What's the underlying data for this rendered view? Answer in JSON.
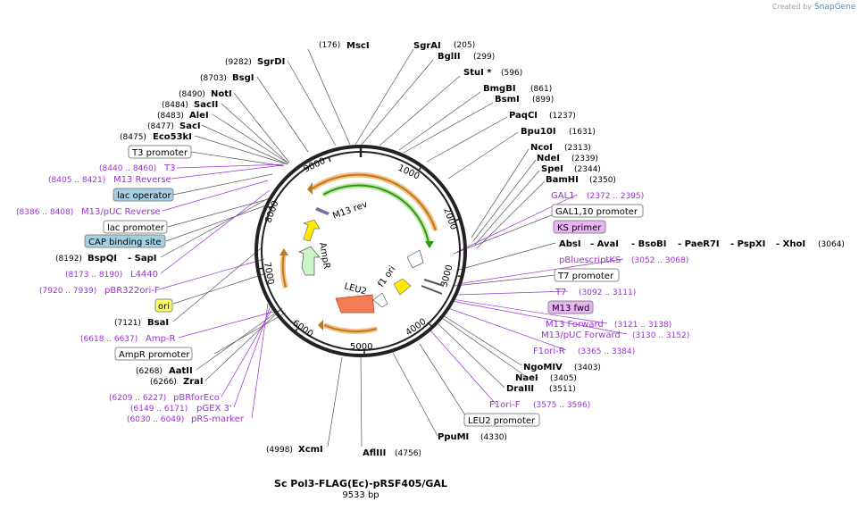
{
  "credit": {
    "prefix": "Created by",
    "brand": "SnapGene"
  },
  "plasmid": {
    "name": "Sc Pol3-FLAG(Ec)-pRSF405/GAL",
    "size": "9533 bp"
  },
  "ticks": [
    "1000",
    "2000",
    "3000",
    "4000",
    "5000",
    "6000",
    "7000",
    "8000",
    "9000"
  ],
  "inner_features": {
    "m13rev": "M13 rev",
    "ampr": "AmpR",
    "leu2": "LEU2",
    "f1ori": "f1 ori"
  },
  "labels": {
    "MscI": "MscI",
    "MscI_pos": "(176)",
    "SgrAI": "SgrAI",
    "SgrAI_pos": "(205)",
    "BglII": "BglII",
    "BglII_pos": "(299)",
    "StuI": "StuI *",
    "StuI_pos": "(596)",
    "BmgBI": "BmgBI",
    "BmgBI_pos": "(861)",
    "BsmI": "BsmI",
    "BsmI_pos": "(899)",
    "PaqCI": "PaqCI",
    "PaqCI_pos": "(1237)",
    "Bpu10I": "Bpu10I",
    "Bpu10I_pos": "(1631)",
    "NcoI": "NcoI",
    "NcoI_pos": "(2313)",
    "NdeI": "NdeI",
    "NdeI_pos": "(2339)",
    "SpeI": "SpeI",
    "SpeI_pos": "(2344)",
    "BamHI": "BamHI",
    "BamHI_pos": "(2350)",
    "GAL1": "GAL1",
    "GAL1_pos": "(2372 .. 2395)",
    "GAL110prom": "GAL1,10 promoter",
    "KSprimer": "KS primer",
    "AbsI": "AbsI",
    "AvaI": "- AvaI",
    "BsoBI": "- BsoBI",
    "PaeR7I": "- PaeR7I",
    "PspXI": "- PspXI",
    "XhoI": "- XhoI",
    "XhoI_pos": "(3064)",
    "pBluescriptKS": "pBluescriptKS",
    "pBluescriptKS_pos": "(3052 .. 3068)",
    "T7prom": "T7 promoter",
    "T7": "T7",
    "T7_pos": "(3092 .. 3111)",
    "M13fwd": "M13 fwd",
    "M13Forward": "M13 Forward",
    "M13Forward_pos": "(3121 .. 3138)",
    "M13pUCFwd": "M13/pUC Forward",
    "M13pUCFwd_pos": "(3130 .. 3152)",
    "F1oriR": "F1ori-R",
    "F1oriR_pos": "(3365 .. 3384)",
    "NgoMIV": "NgoMIV",
    "NgoMIV_pos": "(3403)",
    "NaeI": "NaeI",
    "NaeI_pos": "(3405)",
    "DraIII": "DraIII",
    "DraIII_pos": "(3511)",
    "F1oriF": "F1ori-F",
    "F1oriF_pos": "(3575 .. 3596)",
    "LEU2prom": "LEU2 promoter",
    "PpuMI": "PpuMI",
    "PpuMI_pos": "(4330)",
    "AflIII": "AflIII",
    "AflIII_pos": "(4756)",
    "XcmI": "XcmI",
    "XcmI_pos": "(4998)",
    "pRSmarker": "pRS-marker",
    "pRSmarker_pos": "(6030 .. 6049)",
    "pGEX3": "pGEX 3'",
    "pGEX3_pos": "(6149 .. 6171)",
    "pBRforEco": "pBRforEco",
    "pBRforEco_pos": "(6209 .. 6227)",
    "ZraI": "ZraI",
    "ZraI_pos": "(6266)",
    "AatII": "AatII",
    "AatII_pos": "(6268)",
    "AmpRprom": "AmpR promoter",
    "AmpR": "Amp-R",
    "AmpR_pos": "(6618 .. 6637)",
    "BsaI": "BsaI",
    "BsaI_pos": "(7121)",
    "ori": "ori",
    "pBR322ori": "pBR322ori-F",
    "pBR322ori_pos": "(7920 .. 7939)",
    "L4440": "L4440",
    "L4440_pos": "(8173 .. 8190)",
    "BspQI": "BspQI",
    "SapI": "- SapI",
    "BspQI_pos": "(8192)",
    "CAPsite": "CAP binding site",
    "lacprom": "lac promoter",
    "M13pUCRev": "M13/pUC Reverse",
    "M13pUCRev_pos": "(8386 .. 8408)",
    "lacop": "lac operator",
    "M13Reverse": "M13 Reverse",
    "M13Reverse_pos": "(8405 .. 8421)",
    "T3": "T3",
    "T3_pos": "(8440 .. 8460)",
    "T3prom": "T3 promoter",
    "Eco53kI": "Eco53kI",
    "Eco53kI_pos": "(8475)",
    "SacI": "SacI",
    "SacI_pos": "(8477)",
    "AleI": "AleI",
    "AleI_pos": "(8483)",
    "SacII": "SacII",
    "SacII_pos": "(8484)",
    "NotI": "NotI",
    "NotI_pos": "(8490)",
    "BsgI": "BsgI",
    "BsgI_pos": "(8703)",
    "SgrDI": "SgrDI",
    "SgrDI_pos": "(9282)"
  }
}
